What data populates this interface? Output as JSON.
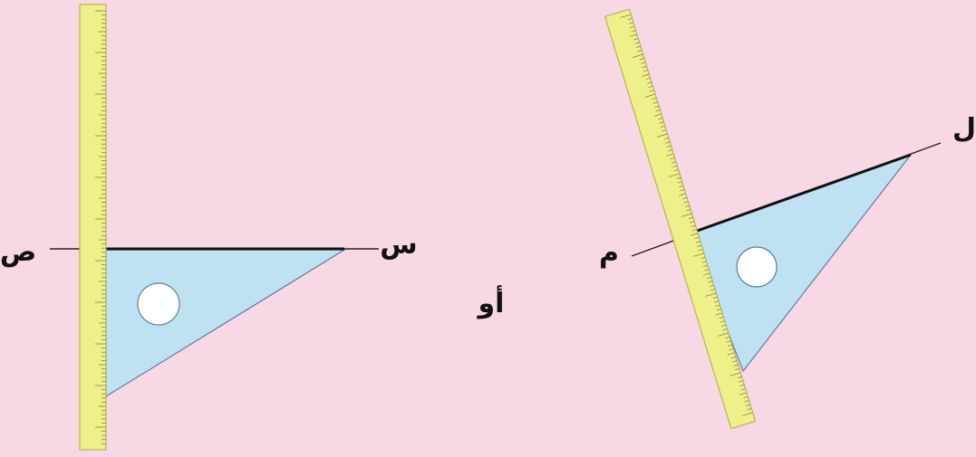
{
  "heading": "",
  "labels": {
    "left_line_left_end": "ص",
    "left_line_right_end": "س",
    "right_line_left_end": "م",
    "right_line_right_end": "ل",
    "or_word": "أو"
  },
  "colors": {
    "background": "#f8d8e4",
    "ruler_fill": "#eef08a",
    "ruler_stroke": "#b8b45a",
    "triangle_fill": "#bfe2f2",
    "triangle_stroke": "#5a7f9a",
    "line": "#222222",
    "hole": "#ffffff"
  }
}
